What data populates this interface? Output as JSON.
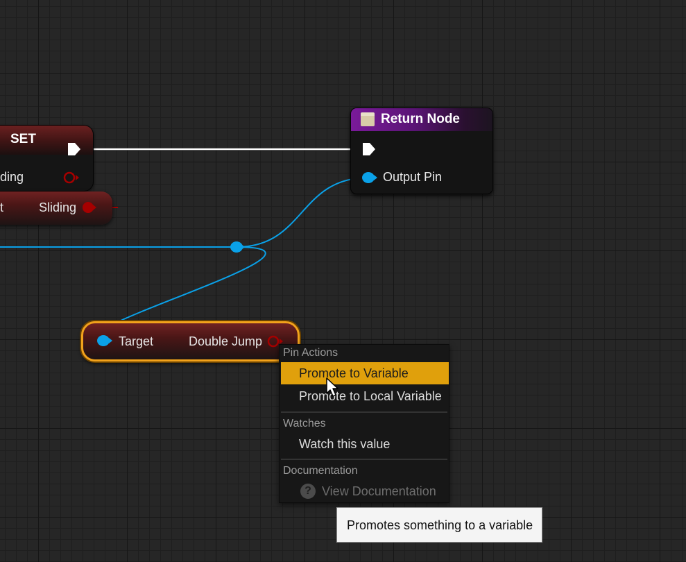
{
  "nodes": {
    "set": {
      "title": "SET",
      "pin_label": "ding",
      "getter_left": "t",
      "getter_right": "Sliding"
    },
    "return_node": {
      "title": "Return Node",
      "pin_label": "Output Pin"
    },
    "double_jump": {
      "target_label": "Target",
      "output_label": "Double Jump"
    }
  },
  "context_menu": {
    "sections": [
      {
        "header": "Pin Actions",
        "items": [
          "Promote to Variable",
          "Promote to Local Variable"
        ]
      },
      {
        "header": "Watches",
        "items": [
          "Watch this value"
        ]
      },
      {
        "header": "Documentation",
        "items": [
          "View Documentation"
        ]
      }
    ],
    "highlighted_item": "Promote to Variable",
    "disabled_item": "View Documentation"
  },
  "tooltip": {
    "text": "Promotes something to a variable"
  },
  "colors": {
    "canvas_bg": "#262626",
    "object_pin": "#0aa1e8",
    "bool_pin": "#a60000",
    "exec_wire": "#ffffff",
    "function_header": "#7a1a9a",
    "selection_outline": "#f2a21b",
    "menu_highlight": "#e0a00c"
  }
}
